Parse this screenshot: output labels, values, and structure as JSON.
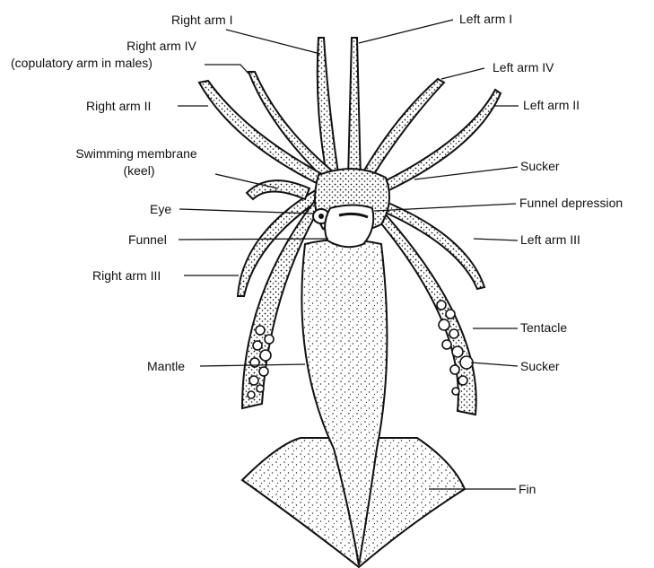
{
  "labels": {
    "right_arm_1": "Right arm I",
    "left_arm_1": "Left arm I",
    "right_arm_4": "Right arm IV",
    "right_arm_4_note": "(copulatory arm in males)",
    "left_arm_4": "Left arm IV",
    "right_arm_2": "Right arm II",
    "left_arm_2": "Left arm II",
    "swimming_membrane": "Swimming membrane",
    "keel": "(keel)",
    "sucker_top": "Sucker",
    "eye": "Eye",
    "funnel_depression": "Funnel depression",
    "funnel": "Funnel",
    "left_arm_3": "Left arm III",
    "right_arm_3": "Right arm III",
    "tentacle": "Tentacle",
    "mantle": "Mantle",
    "sucker_bottom": "Sucker",
    "fin": "Fin"
  }
}
